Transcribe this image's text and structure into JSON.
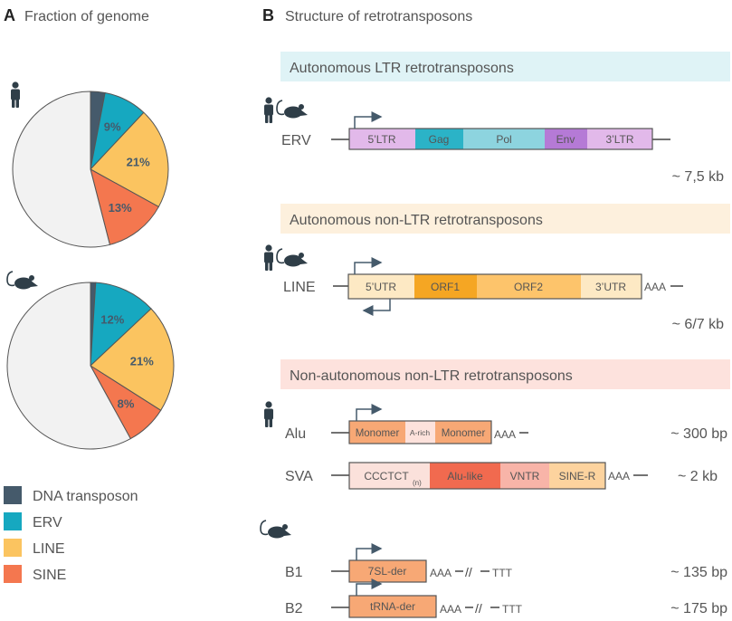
{
  "panel_a": {
    "letter": "A",
    "title": "Fraction of genome",
    "legend": [
      {
        "label": "DNA transposon",
        "color": "#455a6b"
      },
      {
        "label": "ERV",
        "color": "#16a8c0"
      },
      {
        "label": "LINE",
        "color": "#fbc460"
      },
      {
        "label": "SINE",
        "color": "#f4774f"
      }
    ]
  },
  "chart_data": [
    {
      "type": "pie",
      "organism_icon": "human-icon",
      "labels": [
        "DNA transposon",
        "ERV",
        "LINE",
        "SINE",
        ""
      ],
      "values": [
        3,
        9,
        21,
        13,
        54
      ],
      "slice_labels": [
        "",
        "9%",
        "21%",
        "13%",
        ""
      ],
      "colors": [
        "#455a6b",
        "#16a8c0",
        "#fbc460",
        "#f4774f",
        "#f2f2f2"
      ]
    },
    {
      "type": "pie",
      "organism_icon": "mouse-icon",
      "labels": [
        "DNA transposon",
        "ERV",
        "LINE",
        "SINE",
        ""
      ],
      "values": [
        1,
        12,
        21,
        8,
        58
      ],
      "slice_labels": [
        "",
        "12%",
        "21%",
        "8%",
        ""
      ],
      "colors": [
        "#455a6b",
        "#16a8c0",
        "#fbc460",
        "#f4774f",
        "#f2f2f2"
      ]
    }
  ],
  "panel_b": {
    "letter": "B",
    "title": "Structure of retrotransposons",
    "sections": {
      "ltr": "Autonomous LTR retrotransposons",
      "nonltr": "Autonomous non-LTR retrotransposons",
      "nonauto": "Non-autonomous non-LTR retrotransposons"
    },
    "elements": {
      "erv": {
        "name": "ERV",
        "size": "~ 7,5 kb",
        "segments": [
          {
            "label": "5’LTR",
            "color": "#e2b9ea"
          },
          {
            "label": "Gag",
            "color": "#2bb3c7"
          },
          {
            "label": "Pol",
            "color": "#8dd4df"
          },
          {
            "label": "Env",
            "color": "#b57ad6"
          },
          {
            "label": "3’LTR",
            "color": "#e2b9ea"
          }
        ]
      },
      "line": {
        "name": "LINE",
        "size": "~ 6/7 kb",
        "tail": "AAA",
        "segments": [
          {
            "label": "5’UTR",
            "color": "#fde9c4"
          },
          {
            "label": "ORF1",
            "color": "#f5a623"
          },
          {
            "label": "ORF2",
            "color": "#fdc46b"
          },
          {
            "label": "3’UTR",
            "color": "#fde9c4"
          }
        ]
      },
      "alu": {
        "name": "Alu",
        "size": "~ 300 bp",
        "tail": "AAA",
        "segments": [
          {
            "label": "Monomer",
            "color": "#f7a875"
          },
          {
            "label": "A-rich",
            "color": "#fde2dc"
          },
          {
            "label": "Monomer",
            "color": "#f7a875"
          }
        ]
      },
      "sva": {
        "name": "SVA",
        "size": "~ 2 kb",
        "tail": "AAA",
        "segments": [
          {
            "label": "CCCTCT",
            "sub": "(n)",
            "color": "#fbe1db"
          },
          {
            "label": "Alu-like",
            "color": "#f16a4f"
          },
          {
            "label": "VNTR",
            "color": "#f8b4a8"
          },
          {
            "label": "SINE-R",
            "color": "#fdd39e"
          }
        ]
      },
      "b1": {
        "name": "B1",
        "size": "~ 135 bp",
        "tail": "AAA",
        "break": "//",
        "end": "TTT",
        "segments": [
          {
            "label": "7SL-der",
            "color": "#f7a875"
          }
        ]
      },
      "b2": {
        "name": "B2",
        "size": "~ 175 bp",
        "tail": "AAA",
        "break": "//",
        "end": "TTT",
        "segments": [
          {
            "label": "tRNA-der",
            "color": "#f7a875"
          }
        ]
      }
    }
  }
}
